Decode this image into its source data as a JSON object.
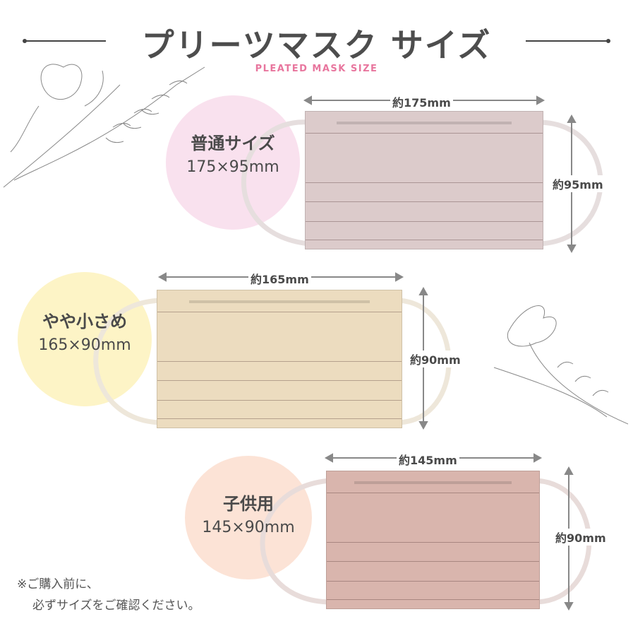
{
  "title": "プリーツマスク サイズ",
  "subtitle": "PLEATED MASK SIZE",
  "sizes": [
    {
      "name": "普通サイズ",
      "dims": "175×95mm",
      "width_label": "約175mm",
      "height_label": "約95mm",
      "color": "#dccbcb",
      "blob": "#f7d9ea"
    },
    {
      "name": "やや小さめ",
      "dims": "165×90mm",
      "width_label": "約165mm",
      "height_label": "約90mm",
      "color": "#ecdcbf",
      "blob": "#fdf4c6"
    },
    {
      "name": "子供用",
      "dims": "145×90mm",
      "width_label": "約145mm",
      "height_label": "約90mm",
      "color": "#d9b5ad",
      "blob": "#fce3d6"
    }
  ],
  "note": {
    "line1": "※ご購入前に、",
    "line2": "必ずサイズをご確認ください。"
  }
}
